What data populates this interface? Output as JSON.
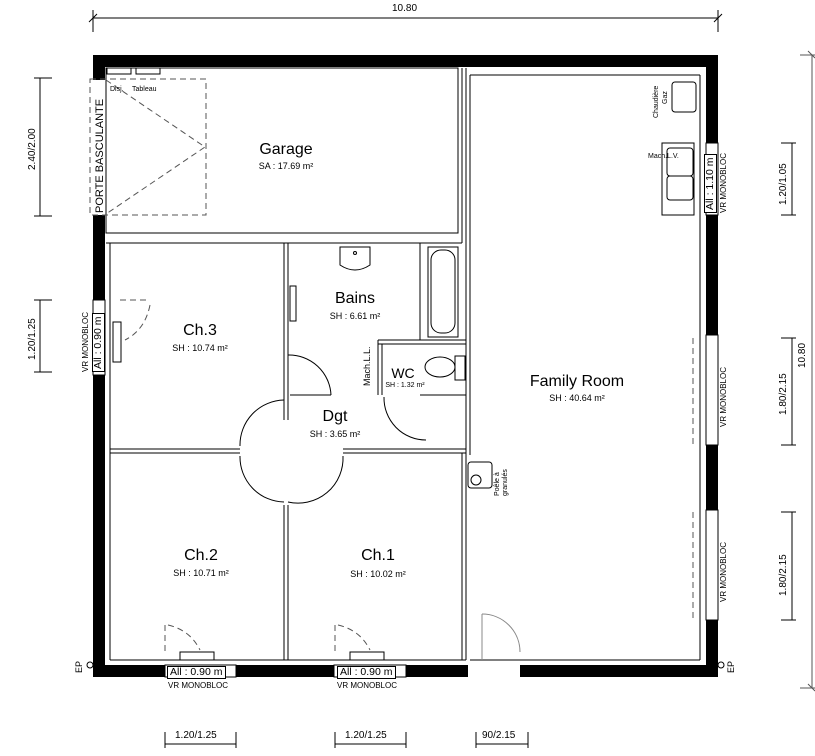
{
  "plan": {
    "overall_width_dim": "10.80",
    "overall_height_dim": "10.80"
  },
  "rooms": [
    {
      "name": "Garage",
      "area": "SA : 17.69 m²"
    },
    {
      "name": "Bains",
      "area": "SH : 6.61 m²"
    },
    {
      "name": "Ch.3",
      "area": "SH : 10.74 m²"
    },
    {
      "name": "WC",
      "area": "SH : 1.32 m²"
    },
    {
      "name": "Dgt",
      "area": "SH : 3.65 m²"
    },
    {
      "name": "Family Room",
      "area": "SH : 40.64 m²"
    },
    {
      "name": "Ch.2",
      "area": "SH : 10.71 m²"
    },
    {
      "name": "Ch.1",
      "area": "SH : 10.02 m²"
    }
  ],
  "fixtures": {
    "disj": "Disj.",
    "tableau": "Tableau",
    "porte": "PORTE BASCULANTE",
    "chaudiere_1": "Chaudière",
    "chaudiere_2": "Gaz",
    "mach_lv": "Mach.L.V.",
    "mach_ll": "Mach.L.L.",
    "poele_1": "Poêle à",
    "poele_2": "granulés",
    "ep_left": "EP",
    "ep_right": "EP"
  },
  "windows": {
    "ch3_all": "All : 0.90 m",
    "ch3_vr": "VR MONOBLOC",
    "kitchen_all": "All : 1.10 m",
    "kitchen_vr": "VR MONOBLOC",
    "family_vr_1": "VR MONOBLOC",
    "family_vr_2": "VR MONOBLOC",
    "ch2_all": "All : 0.90 m",
    "ch2_vr": "VR MONOBLOC",
    "ch1_all": "All : 0.90 m",
    "ch1_vr": "VR MONOBLOC"
  },
  "dimensions": {
    "left_garage": "2.40/2.00",
    "left_ch3": "1.20/1.25",
    "right_kitchen": "1.20/1.05",
    "right_family_1": "1.80/2.15",
    "right_family_2": "1.80/2.15",
    "bottom_ch2": "1.20/1.25",
    "bottom_ch1": "1.20/1.25",
    "bottom_door": "90/2.15"
  }
}
